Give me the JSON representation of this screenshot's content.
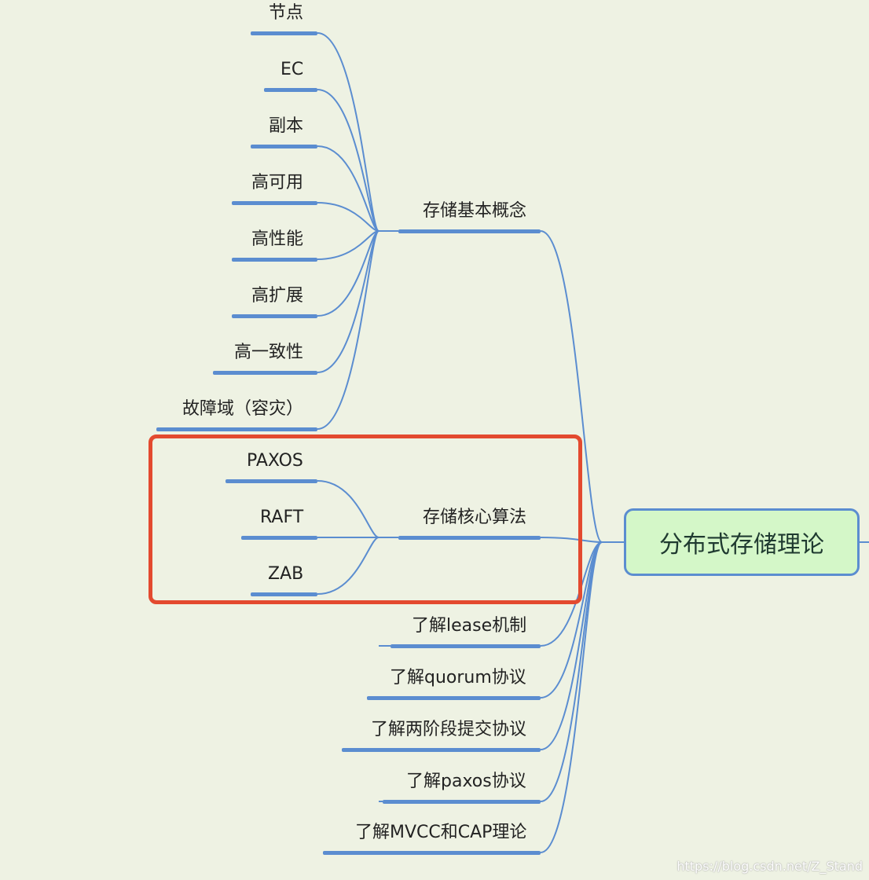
{
  "mindmap": {
    "root": {
      "label": "分布式存储理论"
    },
    "branches": [
      {
        "label": "存储基本概念",
        "children": [
          "节点",
          "EC",
          "副本",
          "高可用",
          "高性能",
          "高扩展",
          "高一致性",
          "故障域（容灾）"
        ]
      },
      {
        "label": "存储核心算法",
        "highlighted": true,
        "children": [
          "PAXOS",
          "RAFT",
          "ZAB"
        ]
      },
      {
        "label": "了解lease机制",
        "children": []
      },
      {
        "label": "了解quorum协议",
        "children": []
      },
      {
        "label": "了解两阶段提交协议",
        "children": []
      },
      {
        "label": "了解paxos协议",
        "children": []
      },
      {
        "label": "了解MVCC和CAP理论",
        "children": []
      }
    ]
  },
  "colors": {
    "background": "#eef2e3",
    "connector": "#5b8dd0",
    "root_fill": "#d4f7c8",
    "highlight": "#e34a2f"
  },
  "watermark": "https://blog.csdn.net/Z_Stand"
}
